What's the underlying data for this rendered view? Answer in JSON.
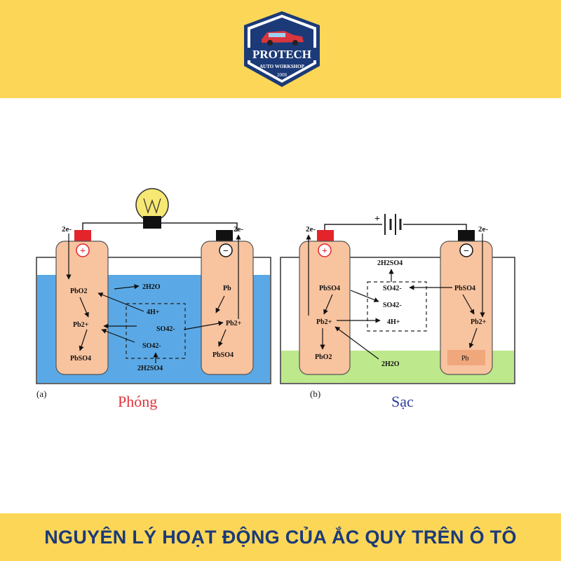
{
  "logo": {
    "brand": "PROTECH",
    "tagline": "AUTO WORKSHOP",
    "year": "2008",
    "icon": "car-icon"
  },
  "footer_title": "NGUYÊN LÝ HOẠT ĐỘNG CỦA ẮC QUY TRÊN Ô TÔ",
  "panel_a": {
    "letter": "(a)",
    "caption": "Phóng",
    "caption_color": "#e0343a",
    "electrolyte_color": "#5aa9e6",
    "left_terminal_label": "2e-",
    "right_terminal_label": "2e-",
    "plus": "+",
    "minus": "−",
    "left_plate": {
      "pbo2": "PbO2",
      "pb2": "Pb2+",
      "pbso4": "PbSO4"
    },
    "right_plate": {
      "pb": "Pb",
      "pb2": "Pb2+",
      "pbso4": "PbSO4"
    },
    "center": {
      "h2o": "2H2O",
      "h4": "4H+",
      "so4_a": "SO42-",
      "so4_b": "SO42-",
      "h2so4": "2H2SO4"
    }
  },
  "panel_b": {
    "letter": "(b)",
    "caption": "Sạc",
    "caption_color": "#2c3e9c",
    "electrolyte_color": "#bde88c",
    "left_terminal_label": "2e-",
    "right_terminal_label": "2e-",
    "plus": "+",
    "minus": "−",
    "battery_sign": "+",
    "left_plate": {
      "pbso4": "PbSO4",
      "pb2": "Pb2+",
      "pbo2": "PbO2"
    },
    "right_plate": {
      "pbso4": "PbSO4",
      "pb2": "Pb2+",
      "pb": "Pb"
    },
    "center": {
      "h2so4": "2H2SO4",
      "so4_a": "SO42-",
      "so4_b": "SO42-",
      "h4": "4H+",
      "h2o": "2H2O"
    }
  },
  "colors": {
    "band": "#fcd757",
    "title": "#1c3a78",
    "plate": "#f8c39f",
    "terminal_positive": "#e3242b",
    "terminal_negative": "#111111",
    "bulb": "#f7e873"
  }
}
